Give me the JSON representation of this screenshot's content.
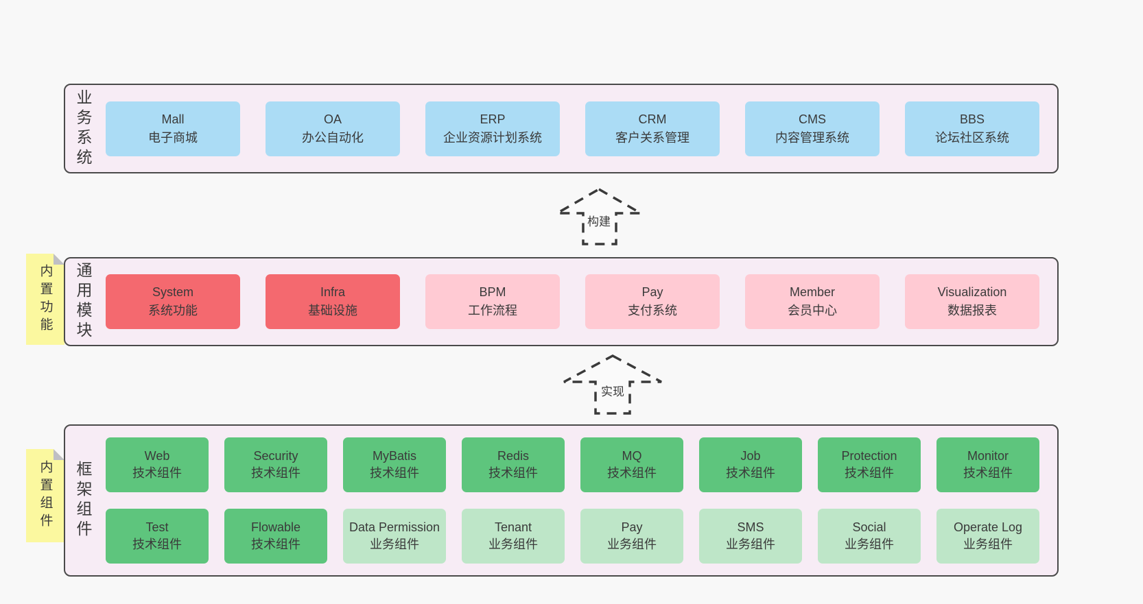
{
  "diagram": {
    "bands": [
      {
        "label": "业务系统",
        "boxes": [
          {
            "name": "Mall",
            "desc": "电子商城",
            "variant": "blue"
          },
          {
            "name": "OA",
            "desc": "办公自动化",
            "variant": "blue"
          },
          {
            "name": "ERP",
            "desc": "企业资源计划系统",
            "variant": "blue"
          },
          {
            "name": "CRM",
            "desc": "客户关系管理",
            "variant": "blue"
          },
          {
            "name": "CMS",
            "desc": "内容管理系统",
            "variant": "blue"
          },
          {
            "name": "BBS",
            "desc": "论坛社区系统",
            "variant": "blue"
          }
        ]
      },
      {
        "label": "通用模块",
        "sticky": "内置功能",
        "boxes": [
          {
            "name": "System",
            "desc": "系统功能",
            "variant": "red"
          },
          {
            "name": "Infra",
            "desc": "基础设施",
            "variant": "red"
          },
          {
            "name": "BPM",
            "desc": "工作流程",
            "variant": "pink"
          },
          {
            "name": "Pay",
            "desc": "支付系统",
            "variant": "pink"
          },
          {
            "name": "Member",
            "desc": "会员中心",
            "variant": "pink"
          },
          {
            "name": "Visualization",
            "desc": "数据报表",
            "variant": "pink"
          }
        ]
      },
      {
        "label": "框架组件",
        "sticky": "内置组件",
        "rows": [
          [
            {
              "name": "Web",
              "desc": "技术组件",
              "variant": "green"
            },
            {
              "name": "Security",
              "desc": "技术组件",
              "variant": "green"
            },
            {
              "name": "MyBatis",
              "desc": "技术组件",
              "variant": "green"
            },
            {
              "name": "Redis",
              "desc": "技术组件",
              "variant": "green"
            },
            {
              "name": "MQ",
              "desc": "技术组件",
              "variant": "green"
            },
            {
              "name": "Job",
              "desc": "技术组件",
              "variant": "green"
            },
            {
              "name": "Protection",
              "desc": "技术组件",
              "variant": "green"
            },
            {
              "name": "Monitor",
              "desc": "技术组件",
              "variant": "green"
            }
          ],
          [
            {
              "name": "Test",
              "desc": "技术组件",
              "variant": "green"
            },
            {
              "name": "Flowable",
              "desc": "技术组件",
              "variant": "green"
            },
            {
              "name": "Data Permission",
              "desc": "业务组件",
              "variant": "green-light"
            },
            {
              "name": "Tenant",
              "desc": "业务组件",
              "variant": "green-light"
            },
            {
              "name": "Pay",
              "desc": "业务组件",
              "variant": "green-light"
            },
            {
              "name": "SMS",
              "desc": "业务组件",
              "variant": "green-light"
            },
            {
              "name": "Social",
              "desc": "业务组件",
              "variant": "green-light"
            },
            {
              "name": "Operate Log",
              "desc": "业务组件",
              "variant": "green-light"
            }
          ]
        ]
      }
    ],
    "arrows": [
      {
        "label": "构建"
      },
      {
        "label": "实现"
      }
    ],
    "colors": {
      "page_bg": "#f8f8f8",
      "band_bg": "#f7ecf5",
      "band_border": "#4a4a4a",
      "blue": "#abdcf5",
      "red": "#f4696f",
      "pink": "#ffcad3",
      "green": "#5ec57d",
      "green_light": "#bee6c8",
      "sticky_yellow": "#fbf89f",
      "sticky_fold": "#bfbfc4",
      "arrow_stroke": "#3a3a3a",
      "text": "#3a3a3a"
    }
  }
}
